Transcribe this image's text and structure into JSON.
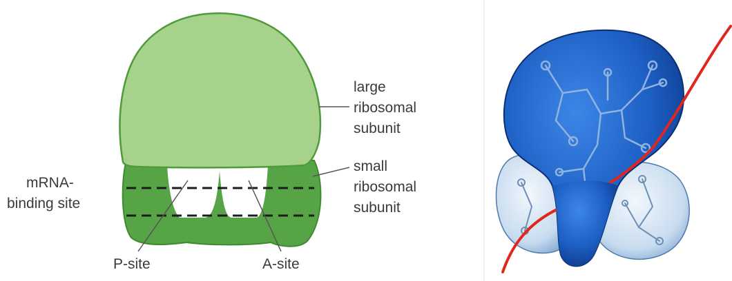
{
  "labels": {
    "large_line1": "large",
    "large_line2": "ribosomal",
    "large_line3": "subunit",
    "small_line1": "small",
    "small_line2": "ribosomal",
    "small_line3": "subunit",
    "mrna_line1": "mRNA-",
    "mrna_line2": "binding site",
    "p_site": "P-site",
    "a_site": "A-site"
  },
  "colors": {
    "large_subunit": "#a6d28c",
    "large_outline": "#4f9a3b",
    "small_subunit": "#56a445",
    "ribosome_blue": "#1d5fc4",
    "ribosome_light": "#c8dcef",
    "mrna_strand": "#e0271d"
  }
}
